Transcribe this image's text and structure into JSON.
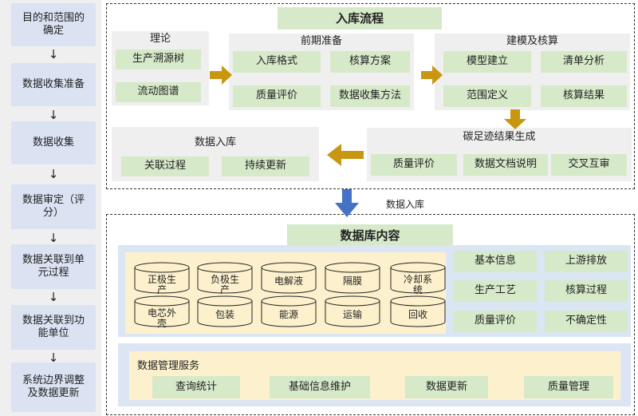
{
  "left_steps": [
    "目的和范围的\n确定",
    "数据收集准备",
    "数据收集",
    "数据审定（评\n分）",
    "数据关联到单\n元过程",
    "数据关联到功\n能单位",
    "系统边界调整\n及数据更新"
  ],
  "arrow_glyph": "↓",
  "intake": {
    "title": "入库流程",
    "theory": {
      "title": "理论",
      "items": [
        "生产溯源树",
        "流动图谱"
      ]
    },
    "prep": {
      "title": "前期准备",
      "items": [
        "入库格式",
        "核算方案",
        "质量评价",
        "数据收集方法"
      ]
    },
    "model": {
      "title": "建模及核算",
      "items": [
        "模型建立",
        "清单分析",
        "范围定义",
        "核算结果"
      ]
    },
    "result": {
      "title": "碳足迹结果生成",
      "items": [
        "质量评价",
        "数据文档说明",
        "交叉互审"
      ]
    },
    "storage": {
      "title": "数据入库",
      "items": [
        "关联过程",
        "持续更新"
      ]
    }
  },
  "flow_label": "数据入库",
  "db": {
    "title": "数据库内容",
    "cylinders": [
      "正极生\n产",
      "负极生\n产",
      "电解液",
      "隔膜",
      "冷却系\n统",
      "电芯外\n壳",
      "包装",
      "能源",
      "运输",
      "回收"
    ],
    "info_items": [
      "基本信息",
      "上游排放",
      "生产工艺",
      "核算过程",
      "质量评价",
      "不确定性"
    ],
    "mgmt": {
      "title": "数据管理服务",
      "items": [
        "查询统计",
        "基础信息维护",
        "数据更新",
        "质量管理"
      ]
    }
  },
  "colors": {
    "green": "#d6e9c9",
    "step_blue": "#dbe3f3",
    "arrow_gold": "#c99612",
    "arrow_blue": "#4472c4",
    "cream": "#fdf1cd"
  }
}
